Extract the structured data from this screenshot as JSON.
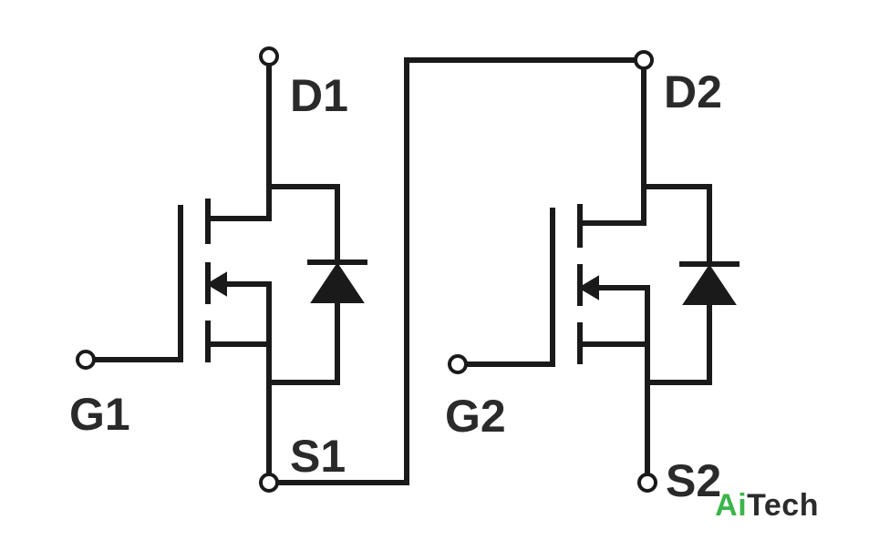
{
  "labels": {
    "d1": "D1",
    "g1": "G1",
    "s1": "S1",
    "d2": "D2",
    "g2": "G2",
    "s2": "S2"
  },
  "watermark": {
    "part1": "Ai",
    "part2": "Tech",
    "color1": "#3bb54a",
    "color2": "#2b2b2b"
  },
  "colors": {
    "line": "#1a1a1a",
    "background": "#ffffff"
  }
}
